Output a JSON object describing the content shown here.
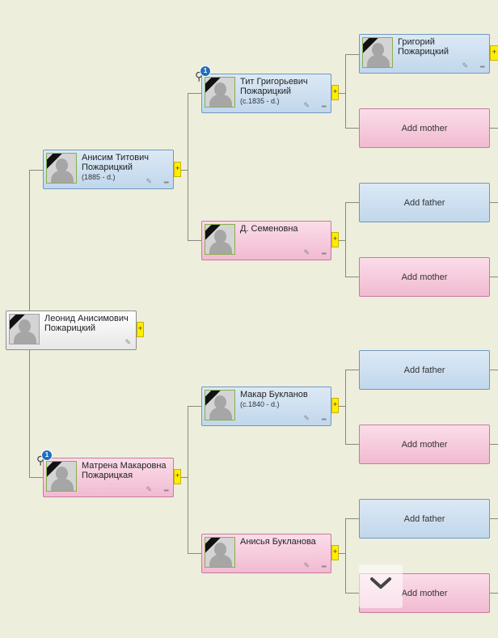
{
  "tree": {
    "root": {
      "name": "Леонид Анисимович Пожарицкий",
      "dates": "",
      "expand_label": "+"
    },
    "people": [
      {
        "key": "anisim",
        "name": "Анисим Титович Пожарицкий",
        "dates": "(1885 - d.)",
        "expand_label": "+"
      },
      {
        "key": "matrena",
        "name": "Матрена Макаровна Пожарицкая",
        "dates": "",
        "expand_label": "+",
        "hint_badge": "1"
      },
      {
        "key": "tit",
        "name": "Тит Григорьевич Пожарицкий",
        "dates": "(c.1835 - d.)",
        "expand_label": "+",
        "hint_badge": "1"
      },
      {
        "key": "d_semenovna",
        "name": "Д. Семеновна",
        "dates": "",
        "expand_label": "+"
      },
      {
        "key": "makar",
        "name": "Макар Букланов",
        "dates": "(c.1840 - d.)",
        "expand_label": "+"
      },
      {
        "key": "anisya",
        "name": "Анисья Букланова",
        "dates": "",
        "expand_label": "+"
      },
      {
        "key": "grigory",
        "name": "Григорий Пожарицкий",
        "dates": "",
        "expand_label": "+"
      }
    ],
    "placeholders": [
      {
        "label": "Add mother"
      },
      {
        "label": "Add father"
      },
      {
        "label": "Add mother"
      },
      {
        "label": "Add father"
      },
      {
        "label": "Add mother"
      },
      {
        "label": "Add father"
      },
      {
        "label": "Add mother"
      }
    ]
  },
  "colors": {
    "male": "#c1d7ec",
    "female": "#f1bad1",
    "expand": "#ffee00",
    "background": "#eeeedc"
  },
  "icons": {
    "edit": "pencil-icon",
    "relations": "family-tree-icon",
    "hints": "magnifier-hint-icon",
    "scroll": "chevron-down-icon"
  }
}
